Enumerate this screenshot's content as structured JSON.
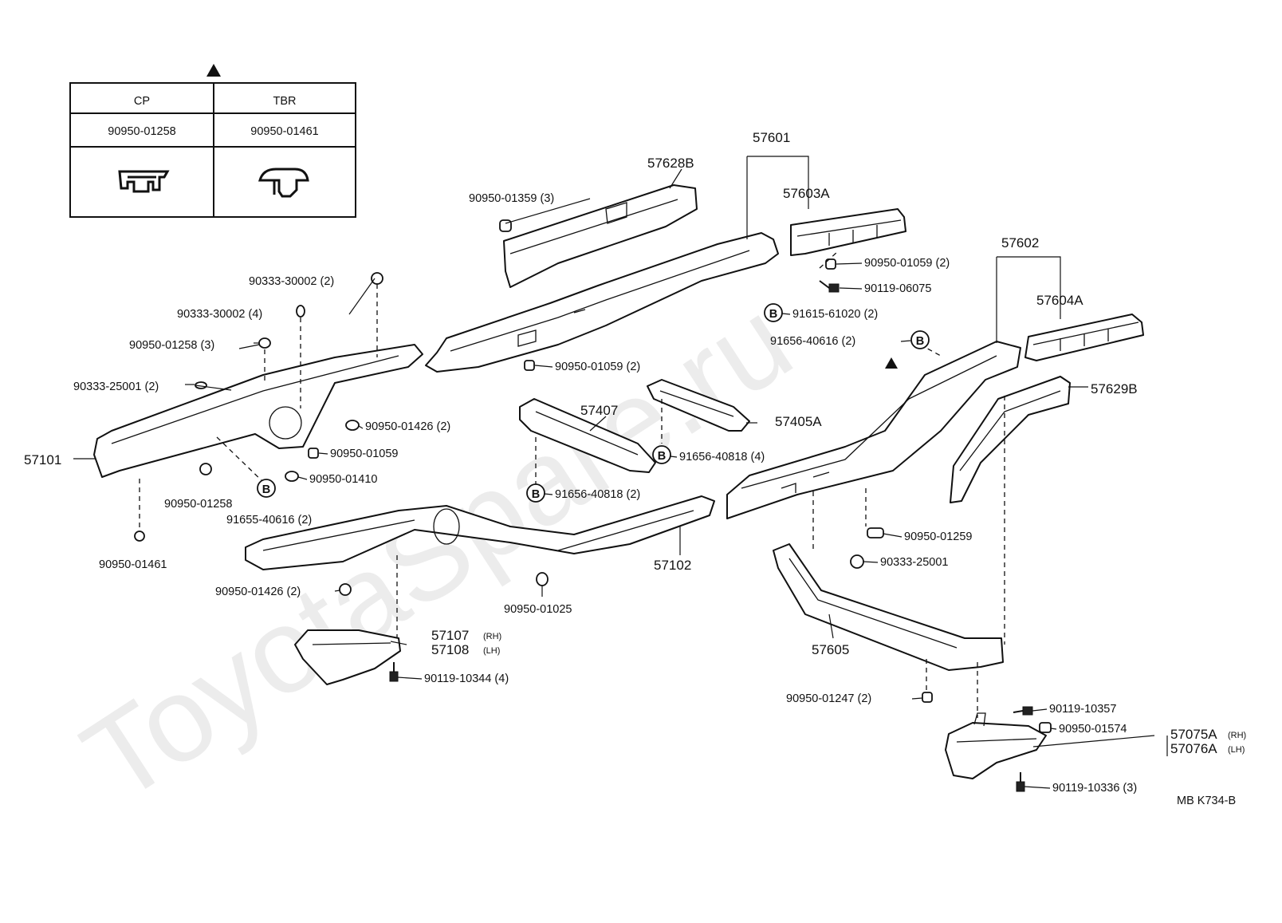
{
  "watermark": "ToyotaSpare.ru",
  "ref_code": "MB  K734-B",
  "table": {
    "header_symbol": "triangle",
    "columns": [
      "CP",
      "TBR"
    ],
    "part_numbers": [
      "90950-01258",
      "90950-01461"
    ]
  },
  "callouts": {
    "p57601": "57601",
    "p57628B": "57628B",
    "p57603A": "57603A",
    "p57602": "57602",
    "p57604A": "57604A",
    "p57629B": "57629B",
    "p57407": "57407",
    "p57405A": "57405A",
    "p57101": "57101",
    "p57102": "57102",
    "p57605": "57605",
    "p57107": "57107",
    "p57107_side": "(RH)",
    "p57108": "57108",
    "p57108_side": "(LH)",
    "p57075A": "57075A",
    "p57075A_side": "(RH)",
    "p57076A": "57076A",
    "p57076A_side": "(LH)",
    "h90950_01359": "90950-01359 (3)",
    "h90333_30002_2": "90333-30002 (2)",
    "h90333_30002_4": "90333-30002 (4)",
    "h90950_01258_3": "90950-01258 (3)",
    "h90333_25001_2": "90333-25001 (2)",
    "h90950_01258": "90950-01258",
    "h91655_40616": "91655-40616 (2)",
    "h90950_01461": "90950-01461",
    "h90950_01426_a": "90950-01426 (2)",
    "h90950_01059_a": "90950-01059",
    "h90950_01410": "90950-01410",
    "h90950_01059_b": "90950-01059 (2)",
    "h90950_01059_c": "90950-01059 (2)",
    "h90119_06075": "90119-06075",
    "h91615_61020": "91615-61020 (2)",
    "h91656_40616": "91656-40616 (2)",
    "h91656_40818_4": "91656-40818 (4)",
    "h91656_40818_2": "91656-40818 (2)",
    "h90950_01426_b": "90950-01426 (2)",
    "h90950_01025": "90950-01025",
    "h90119_10344": "90119-10344 (4)",
    "h90950_01259": "90950-01259",
    "h90333_25001": "90333-25001",
    "h90950_01247": "90950-01247 (2)",
    "h90119_10357": "90119-10357",
    "h90950_01574": "90950-01574",
    "h90119_10336": "90119-10336 (3)"
  },
  "badge": "B"
}
